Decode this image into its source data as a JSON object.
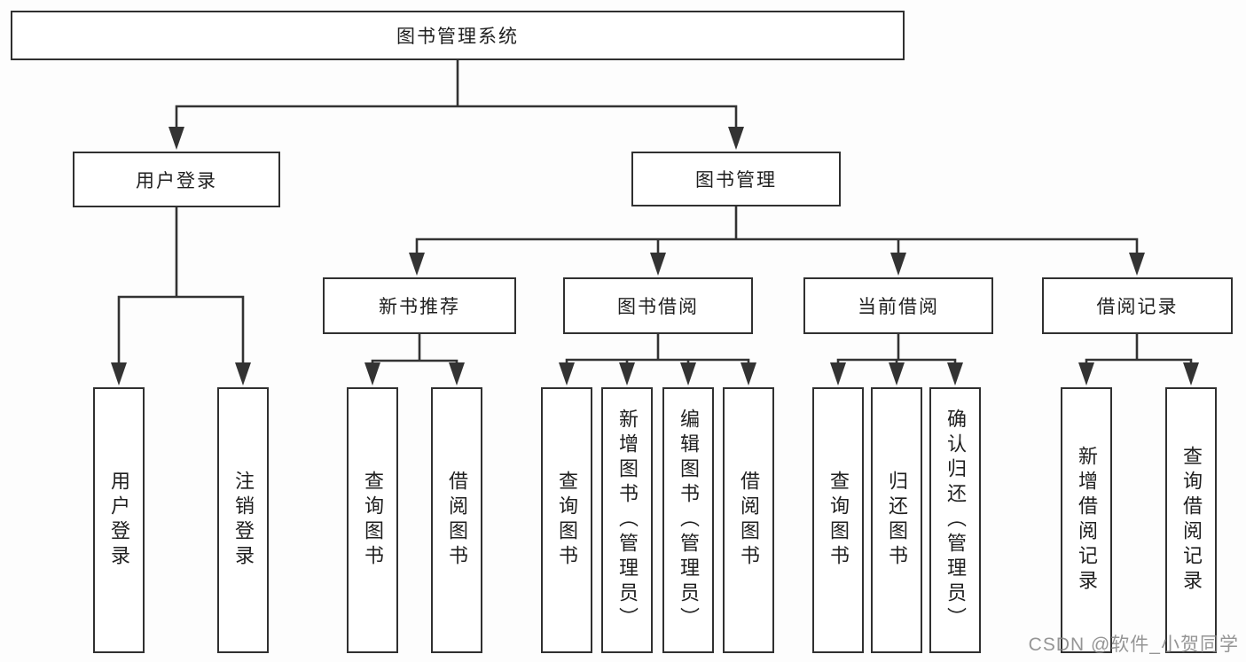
{
  "watermark": "CSDN @软件_小贺同学",
  "colors": {
    "line": "#333333",
    "box_border": "#303030",
    "text": "#1f1f1f",
    "watermark": "#828282",
    "background": "#ffffff"
  },
  "diagram": {
    "root": {
      "label": "图书管理系统"
    },
    "level2": [
      {
        "label": "用户登录"
      },
      {
        "label": "图书管理"
      }
    ],
    "level3": [
      {
        "parent": "图书管理",
        "label": "新书推荐"
      },
      {
        "parent": "图书管理",
        "label": "图书借阅"
      },
      {
        "parent": "图书管理",
        "label": "当前借阅"
      },
      {
        "parent": "图书管理",
        "label": "借阅记录"
      }
    ],
    "leaves": [
      {
        "parent": "用户登录",
        "label": "用户登录"
      },
      {
        "parent": "用户登录",
        "label": "注销登录"
      },
      {
        "parent": "新书推荐",
        "label": "查询图书"
      },
      {
        "parent": "新书推荐",
        "label": "借阅图书"
      },
      {
        "parent": "图书借阅",
        "label": "查询图书"
      },
      {
        "parent": "图书借阅",
        "label": "新增图书（管理员）"
      },
      {
        "parent": "图书借阅",
        "label": "编辑图书（管理员）"
      },
      {
        "parent": "图书借阅",
        "label": "借阅图书"
      },
      {
        "parent": "当前借阅",
        "label": "查询图书"
      },
      {
        "parent": "当前借阅",
        "label": "归还图书"
      },
      {
        "parent": "当前借阅",
        "label": "确认归还（管理员）"
      },
      {
        "parent": "借阅记录",
        "label": "新增借阅记录"
      },
      {
        "parent": "借阅记录",
        "label": "查询借阅记录"
      }
    ]
  }
}
